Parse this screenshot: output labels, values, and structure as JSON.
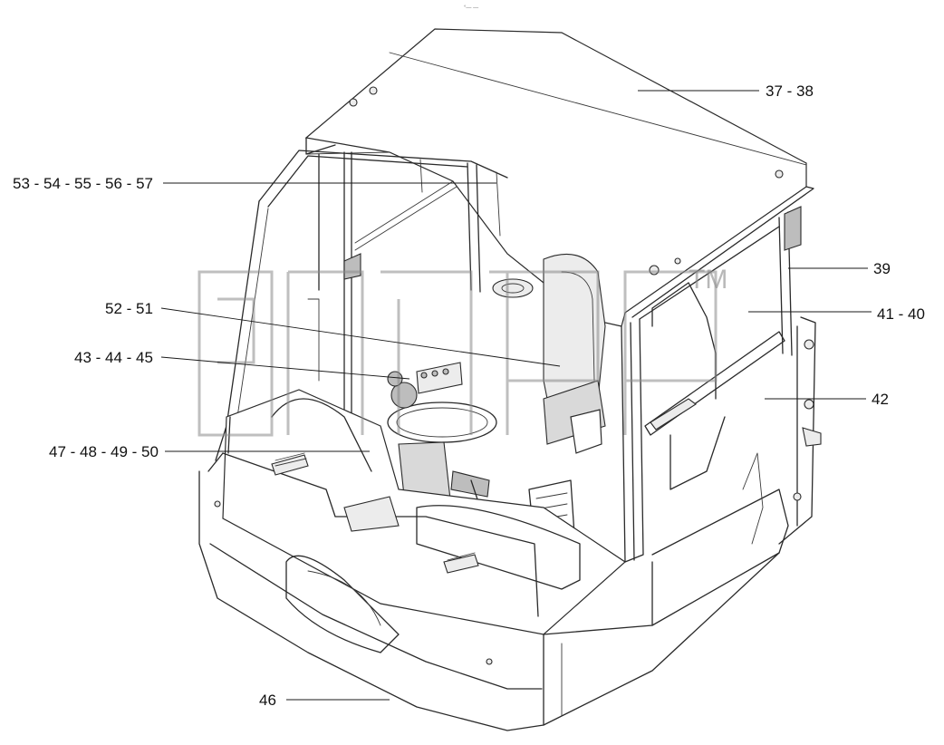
{
  "header_mark": "°— —",
  "watermark": {
    "text": "TM",
    "icon": "watermark-logo-icon"
  },
  "callouts": [
    {
      "id": "c1",
      "label": "37 - 38"
    },
    {
      "id": "c2",
      "label": "53 - 54 - 55 - 56 - 57"
    },
    {
      "id": "c3",
      "label": "39"
    },
    {
      "id": "c4",
      "label": "41 - 40"
    },
    {
      "id": "c5",
      "label": "52 - 51"
    },
    {
      "id": "c6",
      "label": "43 - 44 - 45"
    },
    {
      "id": "c7",
      "label": "42"
    },
    {
      "id": "c8",
      "label": "47 - 48 - 49 - 50"
    },
    {
      "id": "c9",
      "label": "46"
    }
  ]
}
